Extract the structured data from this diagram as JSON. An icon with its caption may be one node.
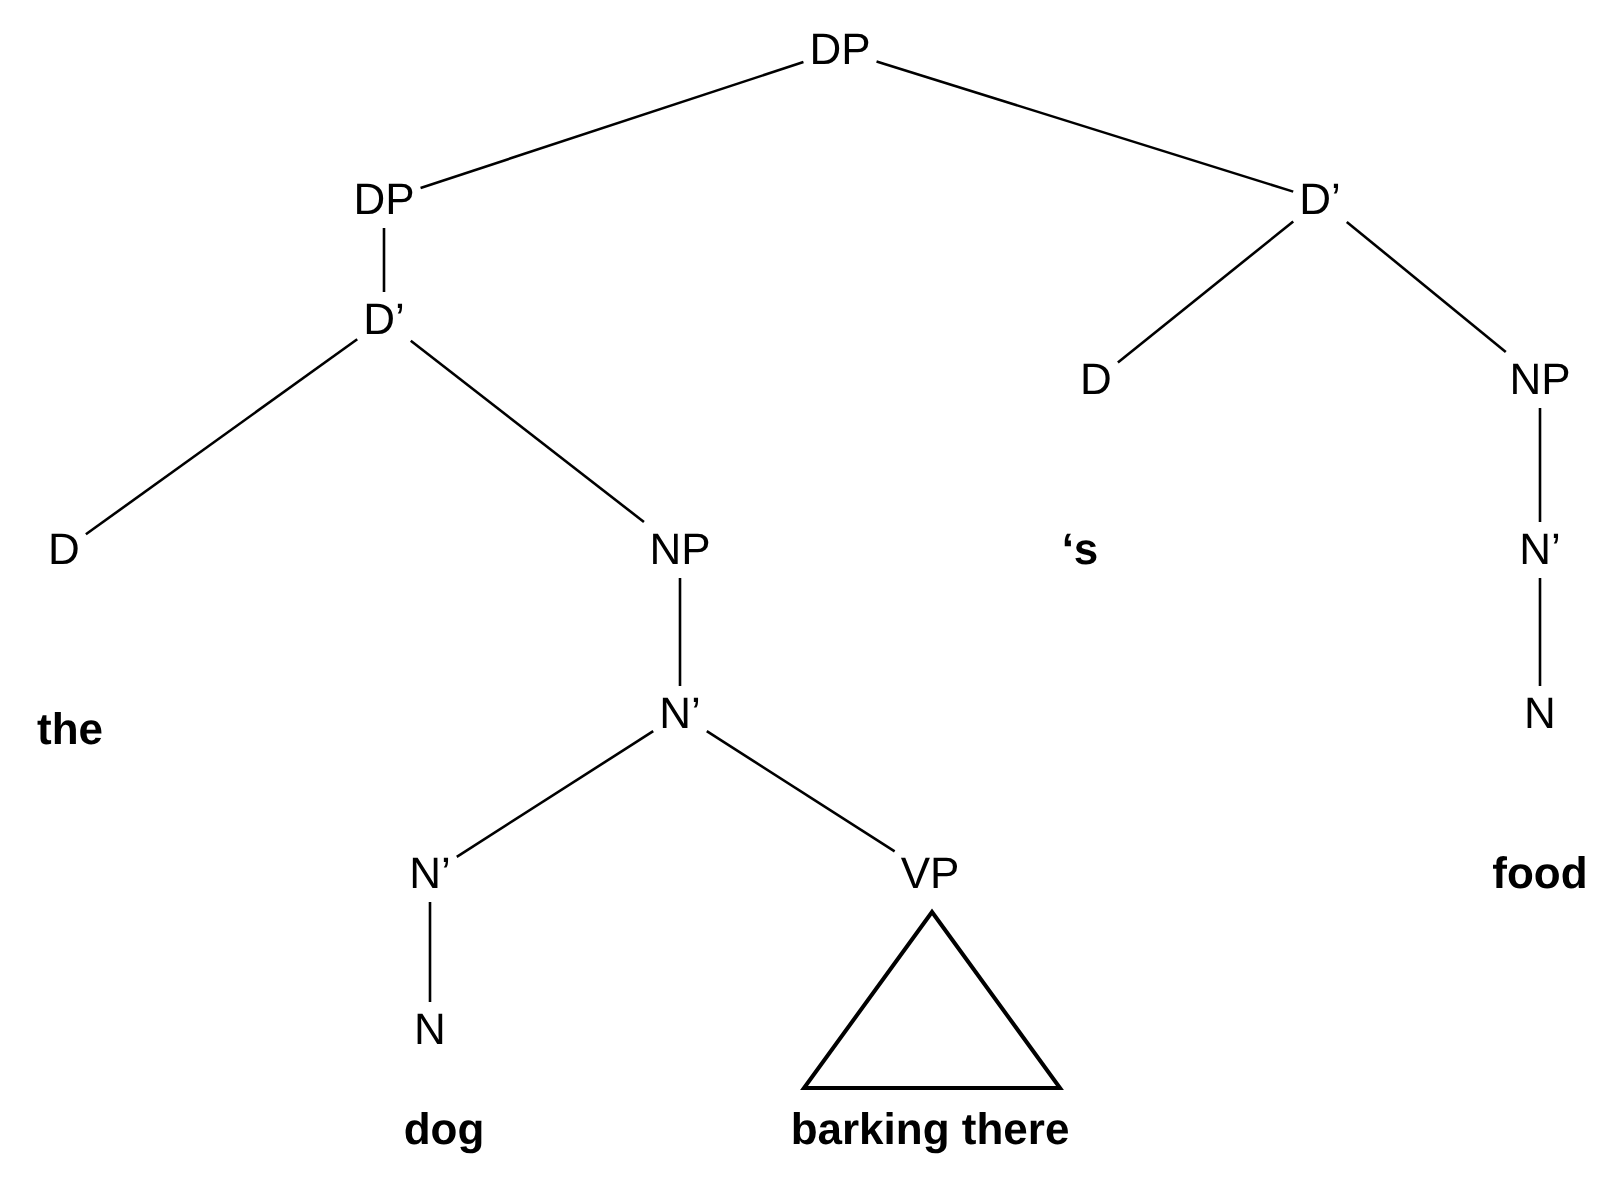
{
  "diagram": {
    "nodes": [
      {
        "text": [
          "DP"
        ]
      },
      {
        "text": [
          "DP"
        ]
      },
      {
        "text": [
          "D’"
        ]
      },
      {
        "text": [
          "D’"
        ]
      },
      {
        "text": [
          "D"
        ]
      },
      {
        "text": [
          "NP"
        ]
      },
      {
        "text": [
          "D"
        ]
      },
      {
        "text": [
          "NP"
        ]
      },
      {
        "text": [
          "N’"
        ]
      },
      {
        "text": [
          "N’"
        ]
      },
      {
        "text": [
          "N"
        ]
      },
      {
        "text": [
          "N’"
        ]
      },
      {
        "text": [
          "VP"
        ]
      },
      {
        "text": [
          "N"
        ]
      },
      {
        "text": [],
        "shape": "triangle"
      }
    ],
    "edges": [
      {
        "from": 0,
        "to": 1,
        "arrow": "none"
      },
      {
        "from": 0,
        "to": 2,
        "arrow": "none"
      },
      {
        "from": 1,
        "to": 3,
        "arrow": "none"
      },
      {
        "from": 2,
        "to": 4,
        "arrow": "none"
      },
      {
        "from": 2,
        "to": 5,
        "arrow": "none"
      },
      {
        "from": 3,
        "to": 6,
        "arrow": "none"
      },
      {
        "from": 3,
        "to": 7,
        "arrow": "none"
      },
      {
        "from": 5,
        "to": 8,
        "arrow": "none"
      },
      {
        "from": 7,
        "to": 9,
        "arrow": "none"
      },
      {
        "from": 8,
        "to": 10,
        "arrow": "none"
      },
      {
        "from": 9,
        "to": 11,
        "arrow": "none"
      },
      {
        "from": 9,
        "to": 12,
        "arrow": "none"
      },
      {
        "from": 11,
        "to": 13,
        "arrow": "none"
      }
    ],
    "labels": [
      "‘s",
      "the",
      "food",
      "dog",
      "barking there"
    ]
  }
}
